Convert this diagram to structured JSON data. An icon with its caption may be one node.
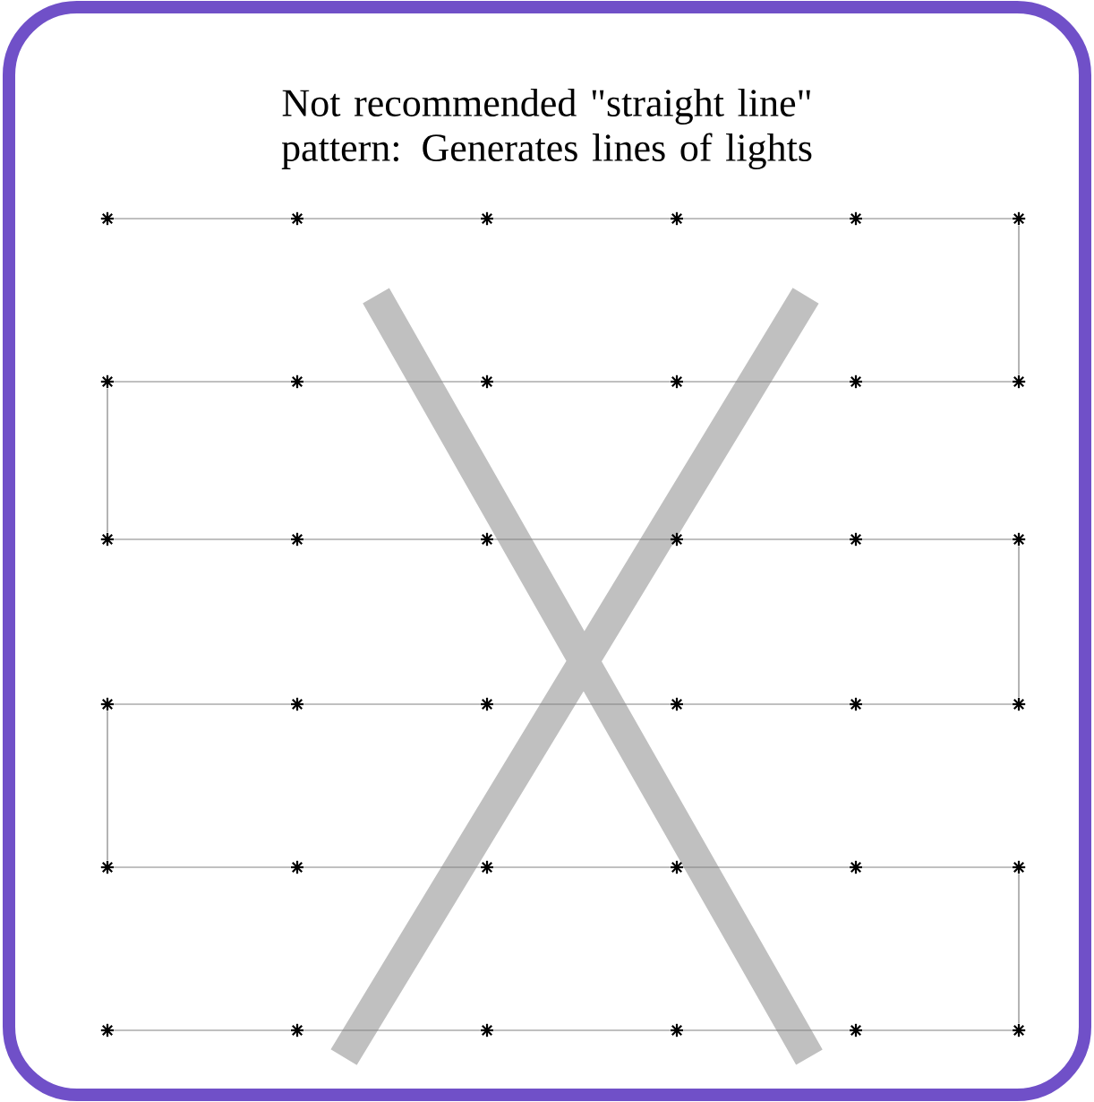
{
  "diagram": {
    "title": "Not recommended \"straight line\" pattern: Generates lines of lights",
    "nodes": [
      {
        "text": [],
        "shape": "star"
      },
      {
        "text": [],
        "shape": "star"
      },
      {
        "text": [],
        "shape": "star"
      },
      {
        "text": [],
        "shape": "star"
      },
      {
        "text": [],
        "shape": "star"
      },
      {
        "text": [],
        "shape": "star"
      },
      {
        "text": [],
        "shape": "star"
      },
      {
        "text": [],
        "shape": "star"
      },
      {
        "text": [],
        "shape": "star"
      },
      {
        "text": [],
        "shape": "star"
      },
      {
        "text": [],
        "shape": "star"
      },
      {
        "text": [],
        "shape": "star"
      },
      {
        "text": [],
        "shape": "star"
      },
      {
        "text": [],
        "shape": "star"
      },
      {
        "text": [],
        "shape": "star"
      },
      {
        "text": [],
        "shape": "star"
      },
      {
        "text": [],
        "shape": "star"
      },
      {
        "text": [],
        "shape": "star"
      },
      {
        "text": [],
        "shape": "star"
      },
      {
        "text": [],
        "shape": "star"
      },
      {
        "text": [],
        "shape": "star"
      },
      {
        "text": [],
        "shape": "star"
      },
      {
        "text": [],
        "shape": "star"
      },
      {
        "text": [],
        "shape": "star"
      },
      {
        "text": [],
        "shape": "star"
      },
      {
        "text": [],
        "shape": "star"
      },
      {
        "text": [],
        "shape": "star"
      },
      {
        "text": [],
        "shape": "star"
      },
      {
        "text": [],
        "shape": "star"
      },
      {
        "text": [],
        "shape": "star"
      },
      {
        "text": [],
        "shape": "star"
      },
      {
        "text": [],
        "shape": "star"
      },
      {
        "text": [],
        "shape": "star"
      },
      {
        "text": [],
        "shape": "star"
      },
      {
        "text": [],
        "shape": "star"
      },
      {
        "text": [],
        "shape": "star"
      }
    ],
    "edges": [
      {
        "from": 0,
        "to": 1,
        "arrow": "none"
      },
      {
        "from": 1,
        "to": 2,
        "arrow": "none"
      },
      {
        "from": 2,
        "to": 3,
        "arrow": "none"
      },
      {
        "from": 3,
        "to": 4,
        "arrow": "none"
      },
      {
        "from": 4,
        "to": 5,
        "arrow": "none"
      },
      {
        "from": 5,
        "to": 11,
        "arrow": "none"
      },
      {
        "from": 11,
        "to": 10,
        "arrow": "none"
      },
      {
        "from": 10,
        "to": 9,
        "arrow": "none"
      },
      {
        "from": 9,
        "to": 8,
        "arrow": "none"
      },
      {
        "from": 8,
        "to": 7,
        "arrow": "none"
      },
      {
        "from": 7,
        "to": 6,
        "arrow": "none"
      },
      {
        "from": 6,
        "to": 12,
        "arrow": "none"
      },
      {
        "from": 12,
        "to": 13,
        "arrow": "none"
      },
      {
        "from": 13,
        "to": 14,
        "arrow": "none"
      },
      {
        "from": 14,
        "to": 15,
        "arrow": "none"
      },
      {
        "from": 15,
        "to": 16,
        "arrow": "none"
      },
      {
        "from": 16,
        "to": 17,
        "arrow": "none"
      },
      {
        "from": 17,
        "to": 23,
        "arrow": "none"
      },
      {
        "from": 23,
        "to": 22,
        "arrow": "none"
      },
      {
        "from": 22,
        "to": 21,
        "arrow": "none"
      },
      {
        "from": 21,
        "to": 20,
        "arrow": "none"
      },
      {
        "from": 20,
        "to": 19,
        "arrow": "none"
      },
      {
        "from": 19,
        "to": 18,
        "arrow": "none"
      },
      {
        "from": 18,
        "to": 24,
        "arrow": "none"
      },
      {
        "from": 24,
        "to": 25,
        "arrow": "none"
      },
      {
        "from": 25,
        "to": 26,
        "arrow": "none"
      },
      {
        "from": 26,
        "to": 27,
        "arrow": "none"
      },
      {
        "from": 27,
        "to": 28,
        "arrow": "none"
      },
      {
        "from": 28,
        "to": 29,
        "arrow": "none"
      },
      {
        "from": 29,
        "to": 35,
        "arrow": "none"
      },
      {
        "from": 35,
        "to": 34,
        "arrow": "none"
      },
      {
        "from": 34,
        "to": 33,
        "arrow": "none"
      },
      {
        "from": 33,
        "to": 32,
        "arrow": "none"
      },
      {
        "from": 32,
        "to": 31,
        "arrow": "none"
      },
      {
        "from": 31,
        "to": 30,
        "arrow": "none"
      }
    ]
  }
}
